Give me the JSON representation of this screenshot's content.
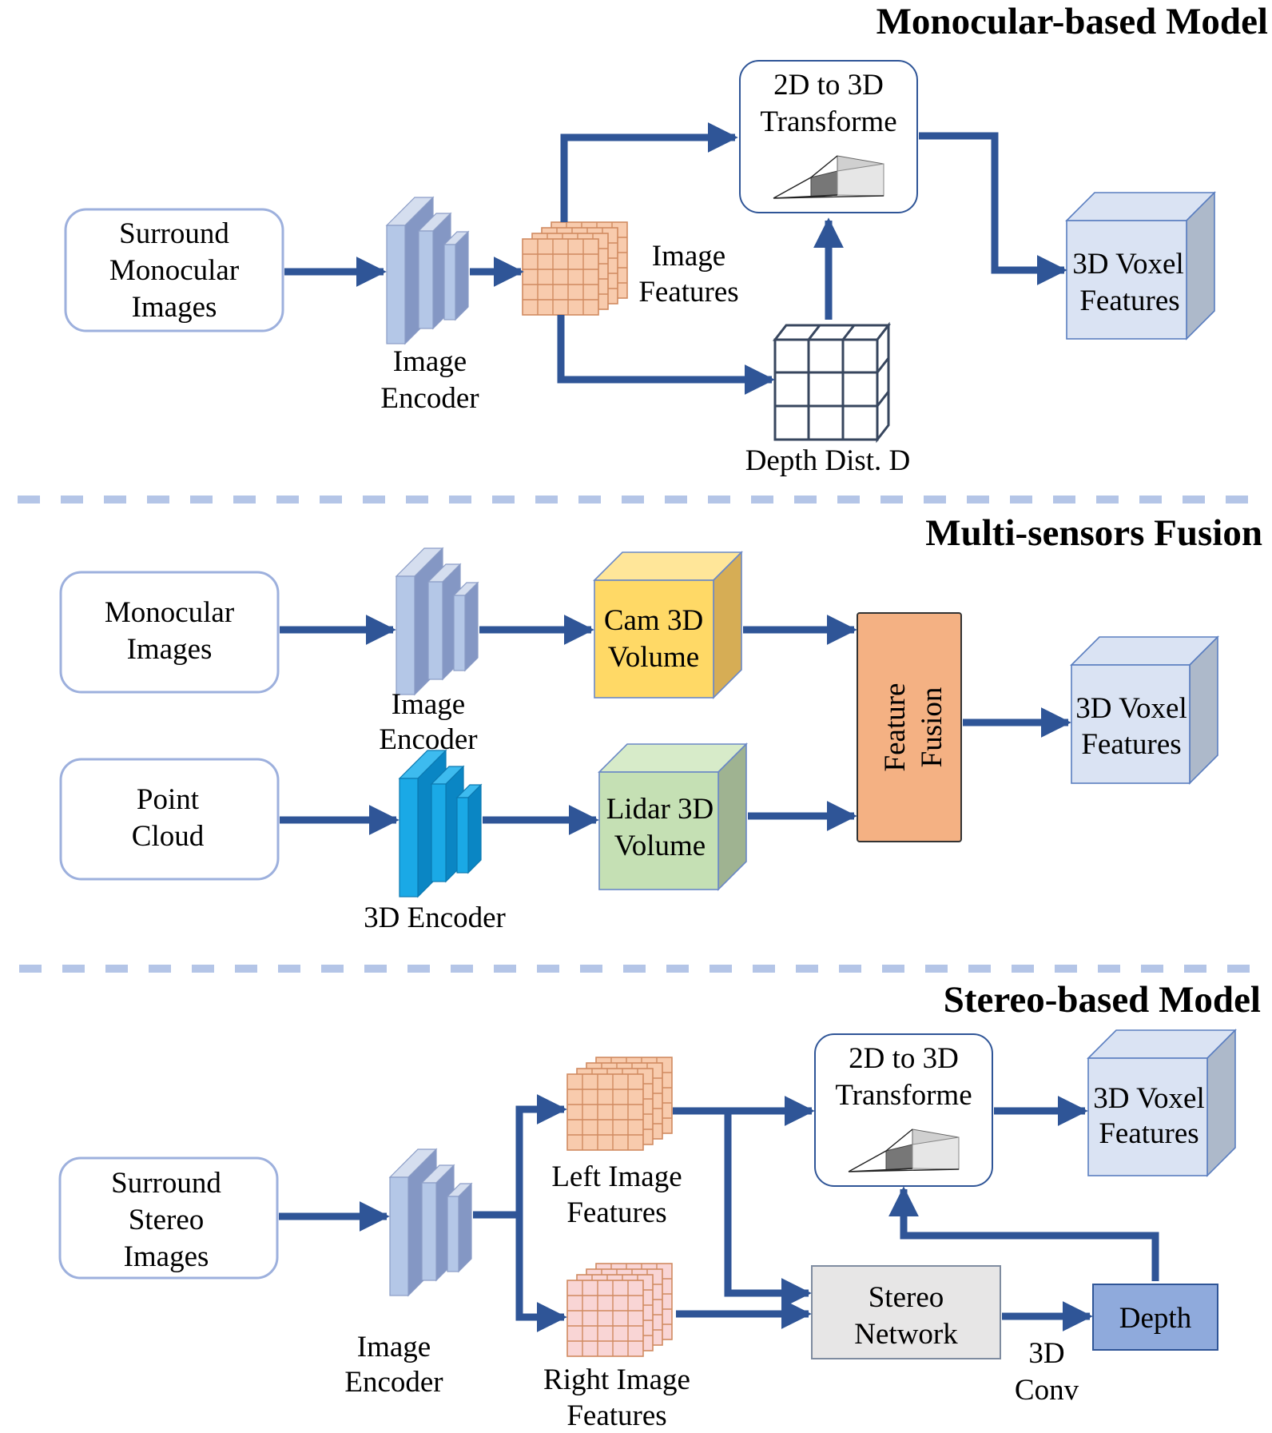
{
  "sections": {
    "mono": {
      "title": "Monocular-based Model",
      "input": [
        "Surround",
        "Monocular",
        "Images"
      ],
      "encoder": [
        "Image",
        "Encoder"
      ],
      "features": [
        "Image",
        "Features"
      ],
      "transform": [
        "2D to 3D",
        "Transforme"
      ],
      "depth": "Depth Dist. D",
      "voxel": [
        "3D Voxel",
        "Features"
      ]
    },
    "fusion": {
      "title": "Multi-sensors Fusion",
      "input_cam": [
        "Monocular",
        "Images"
      ],
      "input_lidar": [
        "Point",
        "Cloud"
      ],
      "encoder_img": [
        "Image",
        "Encoder"
      ],
      "encoder_3d": "3D Encoder",
      "cam_volume": [
        "Cam 3D",
        "Volume"
      ],
      "lidar_volume": [
        "Lidar 3D",
        "Volume"
      ],
      "fusion": [
        "Feature",
        "Fusion"
      ],
      "voxel": [
        "3D Voxel",
        "Features"
      ]
    },
    "stereo": {
      "title": "Stereo-based Model",
      "input": [
        "Surround",
        "Stereo",
        "Images"
      ],
      "encoder": [
        "Image",
        "Encoder"
      ],
      "left": [
        "Left Image",
        "Features"
      ],
      "right": [
        "Right Image",
        "Features"
      ],
      "transform": [
        "2D to 3D",
        "Transforme"
      ],
      "voxel": [
        "3D Voxel",
        "Features"
      ],
      "stereo_net": [
        "Stereo",
        "Network"
      ],
      "depth": "Depth",
      "conv": [
        "3D",
        "Conv"
      ]
    }
  },
  "colors": {
    "arrow": "#2f5597",
    "box_border": "#9db0dd",
    "divider": "#b4c5e7",
    "voxel_front": "#dae3f3",
    "voxel_side": "#adb9ca",
    "cam_front": "#ffd966",
    "cam_side": "#d6ad55",
    "lidar_front": "#c5e0b4",
    "lidar_side": "#9fb391",
    "fusion_fill": "#f4b183",
    "depth_fill": "#8faadc",
    "stereo_fill": "#e7e6e6",
    "feat_left": "#f8cbad",
    "feat_right": "#f9d5d5",
    "encoder_img": "#b4c7e7",
    "encoder_3d": "#1aa9e6"
  }
}
